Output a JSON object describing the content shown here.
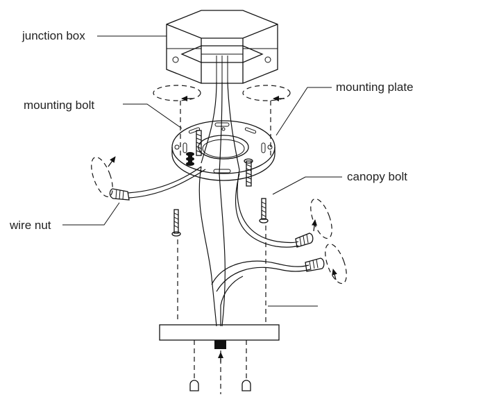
{
  "labels": {
    "junction_box": "junction box",
    "mounting_bolt": "mounting bolt",
    "mounting_plate": "mounting plate",
    "canopy_bolt": "canopy bolt",
    "wire_nut": "wire nut"
  }
}
